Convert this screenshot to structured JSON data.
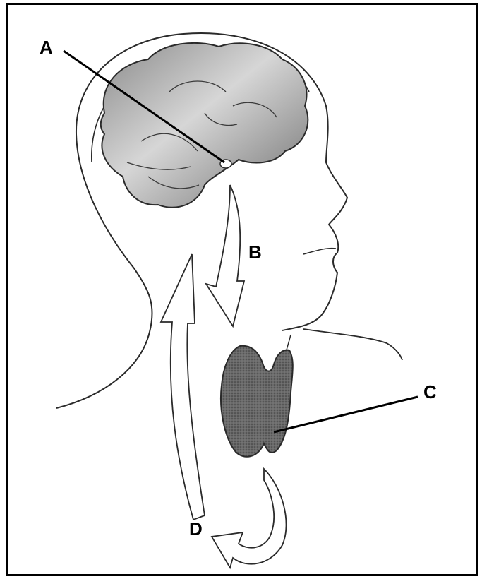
{
  "diagram": {
    "labels": {
      "a": "A",
      "b": "B",
      "c": "C",
      "d": "D"
    },
    "colors": {
      "outline": "#2a2a2a",
      "brain_fill_light": "#e8e8e8",
      "brain_fill_dark": "#7a7a7a",
      "thyroid_fill": "#555555",
      "pointer": "#000000"
    }
  }
}
